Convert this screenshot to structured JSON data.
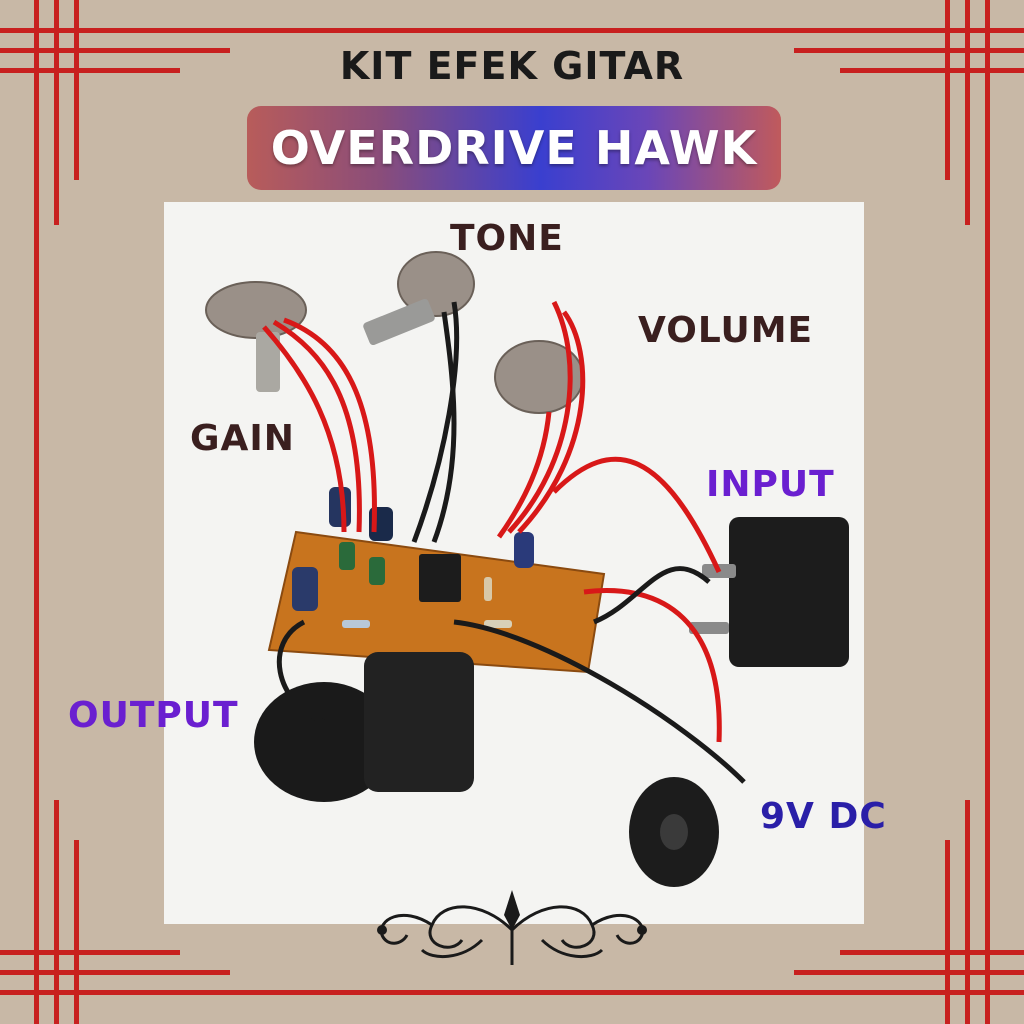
{
  "header": {
    "kit_title": "KIT EFEK GITAR",
    "product_name": "OVERDRIVE HAWK"
  },
  "labels": {
    "tone": "TONE",
    "volume": "VOLUME",
    "gain": "GAIN",
    "input": "INPUT",
    "output": "OUTPUT",
    "power": "9V DC"
  },
  "colors": {
    "background": "#c8b8a6",
    "frame": "#c8201f",
    "dark_label": "#3a1f1f",
    "purple_label": "#6a1fd0",
    "blue_label": "#2a1fa8"
  },
  "icons": [
    "floral-ornament-icon"
  ]
}
